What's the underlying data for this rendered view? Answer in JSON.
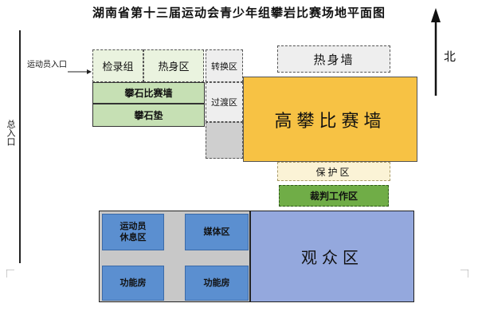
{
  "title": "湖南省第十三届运动会青少年组攀岩比赛场地平面图",
  "labels": {
    "athlete_entrance": "运动员入口",
    "main_entrance": "总入口",
    "north": "北"
  },
  "zones": {
    "inspection": "检录组",
    "warmup": "热身区",
    "boulder_wall": "攀石比赛墙",
    "boulder_mat": "攀石垫",
    "transfer": "转换区",
    "transition": "过渡区",
    "warmup_wall": "热身墙",
    "main_wall": "高攀比赛墙",
    "protection": "保护区",
    "judge": "裁判工作区",
    "athlete_lounge": "运动员\n休息区",
    "media": "媒体区",
    "function_room_1": "功能房",
    "function_room_2": "功能房",
    "audience": "观众区"
  },
  "colors": {
    "main_wall": "#f7c244",
    "judge": "#70ad47",
    "light_green": "#c6e0b4",
    "pale_green": "#eaf3df",
    "blue_room": "#5b8fd0",
    "audience": "#94a8dd"
  }
}
